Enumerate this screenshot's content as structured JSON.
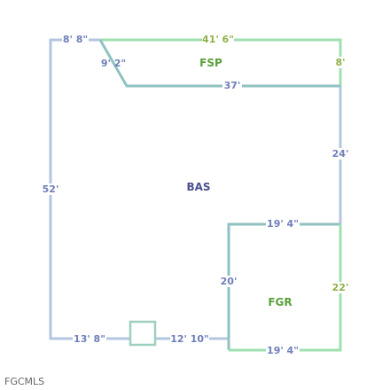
{
  "areas": {
    "bas": "BAS",
    "fsp": "FSP",
    "fgr": "FGR"
  },
  "dimensions": {
    "bas_top": "8' 8\"",
    "bas_left": "52'",
    "bas_bottom_left": "13' 8\"",
    "bas_bottom_right": "12' 10\"",
    "bas_right": "24'",
    "fsp_top": "41' 6\"",
    "fsp_diag": "9' 2\"",
    "fsp_bottom": "37'",
    "fsp_right": "8'",
    "fgr_top": "19' 4\"",
    "fgr_left": "20'",
    "fgr_right": "22'",
    "fgr_bottom": "19' 4\""
  },
  "watermark": "FGCMLS",
  "colors": {
    "bas_line": "#b3c6e0",
    "green_line": "#9ee0b0",
    "shared_line": "#8fc2c2",
    "dim_blue": "#6f7fb8",
    "dim_green": "#8fb04a"
  }
}
